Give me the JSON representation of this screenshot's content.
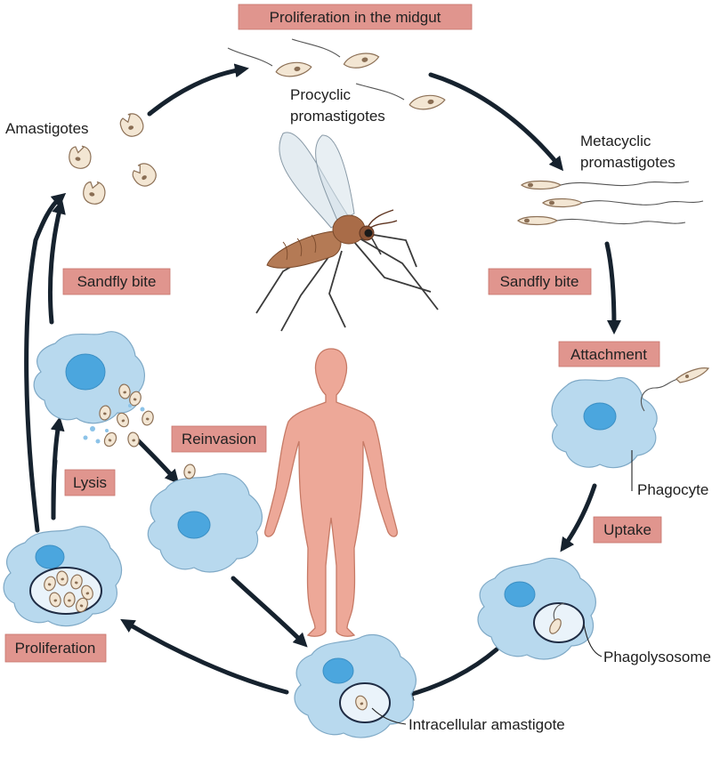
{
  "boxes": {
    "midgut": "Proliferation in the midgut",
    "sandfly_bite_left": "Sandfly bite",
    "sandfly_bite_right": "Sandfly bite",
    "attachment": "Attachment",
    "reinvasion": "Reinvasion",
    "lysis": "Lysis",
    "uptake": "Uptake",
    "proliferation": "Proliferation"
  },
  "labels": {
    "amastigotes": "Amastigotes",
    "procyclic_1": "Procyclic",
    "procyclic_2": "promastigotes",
    "metacyclic_1": "Metacyclic",
    "metacyclic_2": "promastigotes",
    "phagocyte": "Phagocyte",
    "phagolysosome": "Phagolysosome",
    "intracellular": "Intracellular amastigote"
  },
  "colors": {
    "label_box": "#e0958e",
    "cell": "#b8d9ee",
    "nucleus": "#4ba6de",
    "human": "#eda898",
    "arrow": "#16222e"
  }
}
